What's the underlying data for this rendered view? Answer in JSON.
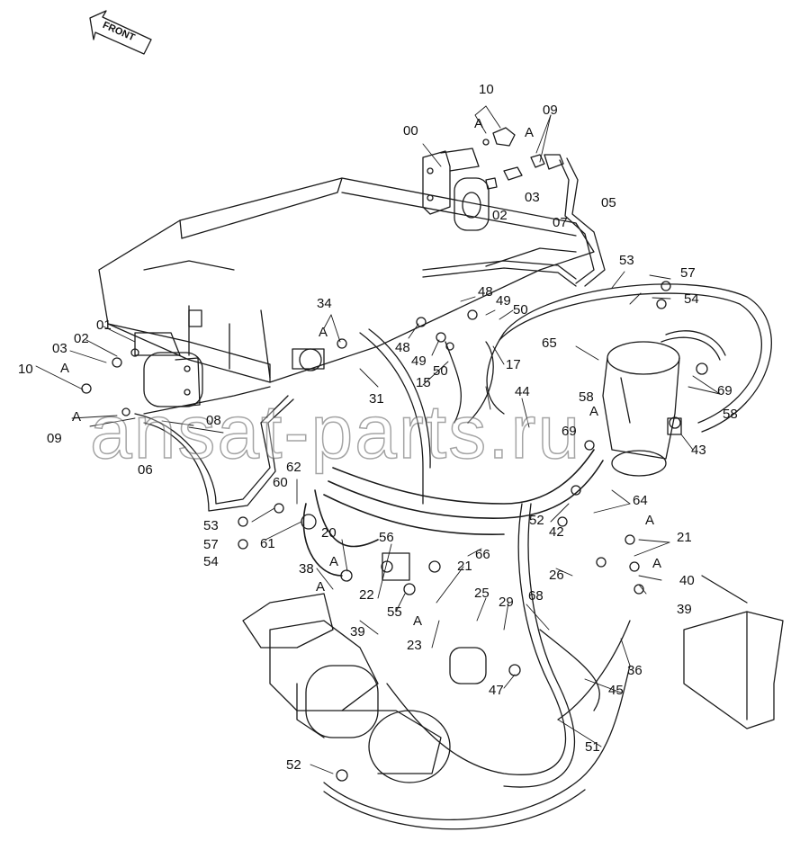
{
  "diagram": {
    "front_label": "FRONT",
    "watermark": "ansat-parts.ru",
    "ref_letter": "A",
    "part_labels": [
      "00",
      "10",
      "09",
      "A",
      "A",
      "02",
      "03",
      "05",
      "07",
      "53",
      "57",
      "54",
      "48",
      "49",
      "50",
      "34",
      "A",
      "48",
      "49",
      "50",
      "17",
      "65",
      "69",
      "58",
      "01",
      "02",
      "03",
      "10",
      "A",
      "09",
      "A",
      "08",
      "31",
      "15",
      "44",
      "58",
      "A",
      "69",
      "43",
      "06",
      "62",
      "60",
      "53",
      "57",
      "54",
      "61",
      "20",
      "A",
      "56",
      "21",
      "66",
      "52",
      "42",
      "64",
      "A",
      "21",
      "A",
      "40",
      "39",
      "26",
      "38",
      "A",
      "22",
      "55",
      "39",
      "25",
      "29",
      "68",
      "A",
      "23",
      "36",
      "47",
      "45",
      "51",
      "52"
    ]
  },
  "colors": {
    "line": "#1a1a1a",
    "background": "#ffffff"
  }
}
